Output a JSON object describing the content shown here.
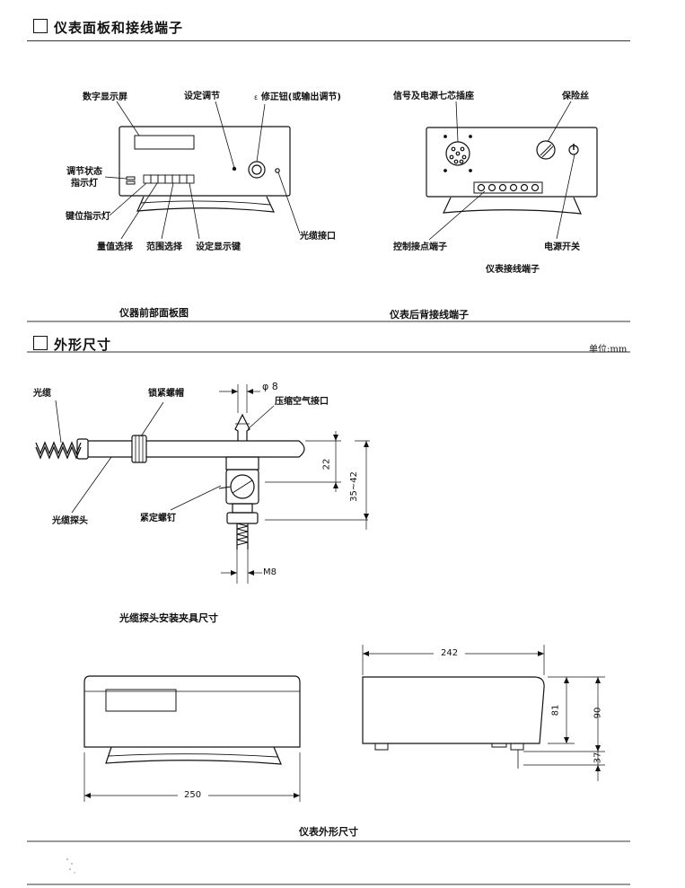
{
  "sections": {
    "panel": {
      "title": "仪表面板和接线端子"
    },
    "dims": {
      "title": "外形尺寸",
      "unit": "单位:mm"
    }
  },
  "front_panel": {
    "labels": {
      "display": "数字显示屏",
      "setting": "设定调节",
      "correction": "修正钮(或输出调节)",
      "correction_prefix": "ε",
      "status_led_1": "调节状态",
      "status_led_2": "指示灯",
      "key_led": "键位指示灯",
      "value_select": "量值选择",
      "range_select": "范围选择",
      "set_display_key": "设定显示键",
      "fiber_port": "光缆接口"
    },
    "caption": "仪器前部面板图"
  },
  "rear_panel": {
    "labels": {
      "socket": "信号及电源七芯插座",
      "fuse": "保险丝",
      "contacts": "控制接点端子",
      "power_switch": "电源开关",
      "terminals": "仪表接线端子"
    },
    "caption": "仪表后背接线端子"
  },
  "probe": {
    "labels": {
      "cable": "光缆",
      "lock_nut": "锁紧螺帽",
      "air_inlet": "压缩空气接口",
      "probe": "光缆探头",
      "set_screw": "紧定螺钉"
    },
    "dims": {
      "dia": "φ 8",
      "d22": "22",
      "d35": "35~42",
      "m8": "M8"
    },
    "caption": "光缆探头安装夹具尺寸"
  },
  "outline": {
    "dims": {
      "width": "250",
      "depth": "242",
      "h81": "81",
      "h90": "90",
      "h37": "37"
    },
    "caption": "仪表外形尺寸"
  }
}
